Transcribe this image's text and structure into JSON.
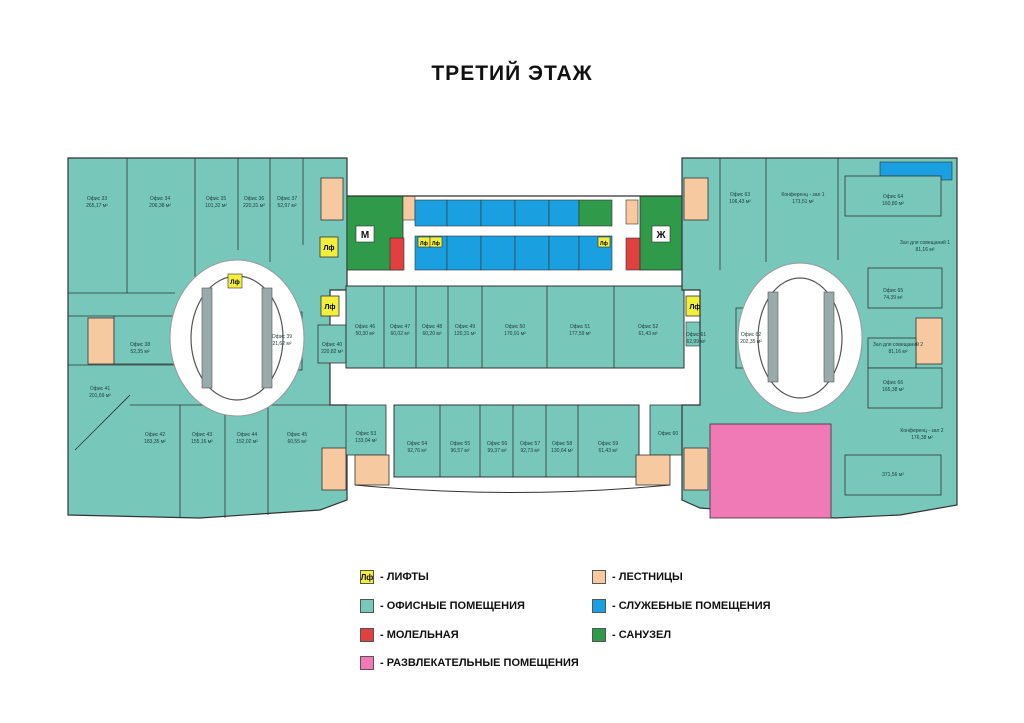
{
  "title": "ТРЕТИЙ ЭТАЖ",
  "colors": {
    "office": "#77c7bb",
    "service": "#1aa0e0",
    "toilet": "#2f9a4a",
    "prayer": "#e04040",
    "entertainment": "#f07ab5",
    "stairs": "#f6c9a0",
    "elevator": "#f2ee3c",
    "corridor": "#ffffff",
    "walls": "#333333"
  },
  "legend": {
    "elevators": {
      "icon": "Лф",
      "label": "- ЛИФТЫ"
    },
    "offices": {
      "label": "- ОФИСНЫЕ ПОМЕЩЕНИЯ"
    },
    "prayer": {
      "label": "- МОЛЕЛЬНАЯ"
    },
    "entertainment": {
      "label": "- РАЗВЛЕКАТЕЛЬНЫЕ ПОМЕЩЕНИЯ"
    },
    "stairs": {
      "label": "- ЛЕСТНИЦЫ"
    },
    "service": {
      "label": "- СЛУЖЕБНЫЕ ПОМЕЩЕНИЯ"
    },
    "toilets": {
      "label": "- САНУЗЕЛ"
    }
  },
  "map_labels": {
    "toilet_m": "М",
    "toilet_zh": "Ж",
    "elevator": "Лф"
  },
  "rooms": [
    {
      "name": "Офис 33",
      "area": "265,17 м²"
    },
    {
      "name": "Офис 34",
      "area": "206,38 м²"
    },
    {
      "name": "Офис 35",
      "area": "101,32 м²"
    },
    {
      "name": "Офис 36",
      "area": "220,31 м²"
    },
    {
      "name": "Офис 37",
      "area": "52,97 м²"
    },
    {
      "name": "Офис 38",
      "area": "52,35 м²"
    },
    {
      "name": "Офис 39",
      "area": "21,62 м²"
    },
    {
      "name": "Офис 40",
      "area": "220,82 м²"
    },
    {
      "name": "Офис 41",
      "area": "201,69 м²"
    },
    {
      "name": "Офис 42",
      "area": "183,35 м²"
    },
    {
      "name": "Офис 43",
      "area": "155,16 м²"
    },
    {
      "name": "Офис 44",
      "area": "152,02 м²"
    },
    {
      "name": "Офис 45",
      "area": "60,55 м²"
    },
    {
      "name": "Офис 46",
      "area": "50,30 м²"
    },
    {
      "name": "Офис 47",
      "area": "60,02 м²"
    },
    {
      "name": "Офис 48",
      "area": "60,20 м²"
    },
    {
      "name": "Офис 49",
      "area": "120,31 м²"
    },
    {
      "name": "Офис 50",
      "area": "170,91 м²"
    },
    {
      "name": "Офис 51",
      "area": "177,59 м²"
    },
    {
      "name": "Офис 52",
      "area": "61,43 м²"
    },
    {
      "name": "Офис 53",
      "area": "133,04 м²"
    },
    {
      "name": "Офис 54",
      "area": "92,76 м²"
    },
    {
      "name": "Офис 55",
      "area": "96,57 м²"
    },
    {
      "name": "Офис 56",
      "area": "99,37 м²"
    },
    {
      "name": "Офис 57",
      "area": "92,73 м²"
    },
    {
      "name": "Офис 58",
      "area": "130,64 м²"
    },
    {
      "name": "Офис 59",
      "area": "61,43 м²"
    },
    {
      "name": "Офис 60",
      "area": ""
    },
    {
      "name": "Офис 61",
      "area": "62,99 м²"
    },
    {
      "name": "Офис 62",
      "area": "202,35 м²"
    },
    {
      "name": "Офис 63",
      "area": "106,43 м²"
    },
    {
      "name": "Конференц - зал 1",
      "area": "173,51 м²"
    },
    {
      "name": "Офис 64",
      "area": "160,80 м²"
    },
    {
      "name": "Зал для совещаний 1",
      "area": "81,16 м²"
    },
    {
      "name": "Офис 65",
      "area": "74,39 м²"
    },
    {
      "name": "Зал для совещаний 2",
      "area": "81,16 м²"
    },
    {
      "name": "Офис 66",
      "area": "165,38 м²"
    },
    {
      "name": "Конференц - зал 2",
      "area": "176,38 м²"
    },
    {
      "name": "",
      "area": "371,56 м²"
    }
  ]
}
